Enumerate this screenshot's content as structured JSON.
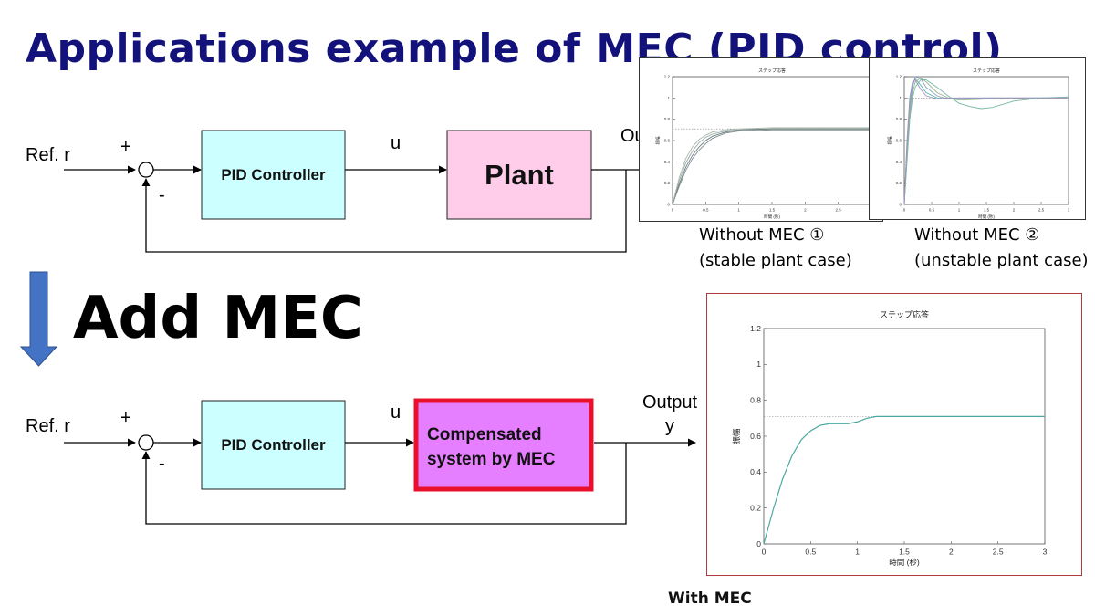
{
  "slide": {
    "title": "Applications example of MEC (PID control)",
    "add_mec": "Add MEC"
  },
  "colors": {
    "title": "#12127a",
    "pid_block": "#ccffff",
    "plant_block": "#ffccea",
    "compensated_block": "#e67fff",
    "compensated_border": "#e8102a",
    "arrow": "#4472c4",
    "with_mec_frame": "#b03a3a"
  },
  "top_diagram": {
    "ref_label": "Ref. r",
    "plus": "+",
    "minus": "-",
    "u_label": "u",
    "pid_label": "PID Controller",
    "plant_label": "Plant",
    "output_label_partial": "Ou"
  },
  "bottom_diagram": {
    "ref_label": "Ref. r",
    "plus": "+",
    "minus": "-",
    "u_label": "u",
    "pid_label": "PID Controller",
    "comp_line1": "Compensated",
    "comp_line2": "system by MEC",
    "output_line1": "Output",
    "output_line2": "y"
  },
  "captions": {
    "without1_line1": "Without MEC ①",
    "without1_line2": "(stable plant case)",
    "without2_line1": "Without MEC ②",
    "without2_line2": "(unstable plant case)",
    "with_mec": "With MEC"
  },
  "chart_data": [
    {
      "type": "line",
      "title": "ステップ応答",
      "xlabel": "時間 (秒)",
      "ylabel": "振幅",
      "xlim": [
        0,
        3
      ],
      "ylim": [
        0,
        1.2
      ],
      "xticks": [
        "0",
        "0.5",
        "1",
        "1.5",
        "2",
        "2.5",
        "3"
      ],
      "yticks": [
        "0",
        "0.2",
        "0.4",
        "0.6",
        "0.8",
        "1",
        "1.2"
      ],
      "reference_line": 0.71,
      "series": [
        {
          "values_x": [
            0,
            0.1,
            0.2,
            0.3,
            0.4,
            0.5,
            0.6,
            0.8,
            1.0,
            1.5,
            2.0,
            2.5,
            3.0
          ],
          "values": [
            0,
            0.22,
            0.39,
            0.5,
            0.58,
            0.63,
            0.66,
            0.69,
            0.7,
            0.71,
            0.71,
            0.71,
            0.71
          ]
        },
        {
          "values_x": [
            0,
            0.1,
            0.2,
            0.3,
            0.4,
            0.5,
            0.6,
            0.8,
            1.0,
            1.5,
            2.0,
            2.5,
            3.0
          ],
          "values": [
            0,
            0.19,
            0.35,
            0.46,
            0.54,
            0.6,
            0.64,
            0.68,
            0.7,
            0.71,
            0.71,
            0.71,
            0.71
          ]
        },
        {
          "values_x": [
            0,
            0.1,
            0.2,
            0.3,
            0.4,
            0.5,
            0.6,
            0.8,
            1.0,
            1.5,
            2.0,
            2.5,
            3.0
          ],
          "values": [
            0,
            0.25,
            0.43,
            0.54,
            0.61,
            0.65,
            0.68,
            0.7,
            0.71,
            0.72,
            0.72,
            0.72,
            0.72
          ]
        },
        {
          "values_x": [
            0,
            0.1,
            0.2,
            0.3,
            0.4,
            0.5,
            0.6,
            0.8,
            1.0,
            1.5,
            2.0,
            2.5,
            3.0
          ],
          "values": [
            0,
            0.17,
            0.32,
            0.43,
            0.51,
            0.57,
            0.62,
            0.67,
            0.69,
            0.7,
            0.7,
            0.7,
            0.7
          ]
        }
      ]
    },
    {
      "type": "line",
      "title": "ステップ応答",
      "xlabel": "時間 (秒)",
      "ylabel": "振幅",
      "xlim": [
        0,
        3
      ],
      "ylim": [
        0,
        1.2
      ],
      "xticks": [
        "0",
        "0.5",
        "1",
        "1.5",
        "2",
        "2.5",
        "3"
      ],
      "yticks": [
        "0",
        "0.2",
        "0.4",
        "0.6",
        "0.8",
        "1",
        "1.2"
      ],
      "reference_line": 1.0,
      "series": [
        {
          "values_x": [
            0,
            0.05,
            0.1,
            0.15,
            0.2,
            0.3,
            0.4,
            0.6,
            0.8,
            1.0,
            1.5,
            2.0,
            2.5,
            3.0
          ],
          "values": [
            0,
            0.55,
            0.95,
            1.12,
            1.18,
            1.12,
            1.05,
            1.0,
            0.99,
            1.0,
            1.0,
            1.0,
            1.0,
            1.0
          ]
        },
        {
          "values_x": [
            0,
            0.05,
            0.1,
            0.15,
            0.2,
            0.3,
            0.4,
            0.6,
            0.8,
            1.0,
            1.5,
            2.0,
            2.5,
            3.0
          ],
          "values": [
            0,
            0.5,
            0.9,
            1.1,
            1.2,
            1.18,
            1.1,
            1.02,
            0.99,
            0.99,
            1.0,
            1.0,
            1.0,
            1.0
          ]
        },
        {
          "values_x": [
            0,
            0.05,
            0.1,
            0.15,
            0.2,
            0.3,
            0.4,
            0.6,
            0.8,
            1.0,
            1.5,
            2.0,
            2.5,
            3.0
          ],
          "values": [
            0,
            0.45,
            0.85,
            1.05,
            1.15,
            1.19,
            1.15,
            1.05,
            1.0,
            0.98,
            0.99,
            1.0,
            1.0,
            1.0
          ]
        },
        {
          "values_x": [
            0,
            0.05,
            0.1,
            0.15,
            0.2,
            0.3,
            0.4,
            0.6,
            0.8,
            1.0,
            1.2,
            1.4,
            1.6,
            1.8,
            2.0,
            2.5,
            3.0
          ],
          "values": [
            0,
            0.4,
            0.8,
            1.0,
            1.1,
            1.17,
            1.17,
            1.1,
            1.02,
            0.95,
            0.92,
            0.9,
            0.91,
            0.94,
            0.97,
            1.0,
            1.01
          ]
        },
        {
          "values_x": [
            0,
            0.05,
            0.1,
            0.15,
            0.2,
            0.3,
            0.4,
            0.6,
            0.8,
            1.0,
            1.5,
            2.0,
            2.5,
            3.0
          ],
          "values": [
            0,
            0.6,
            1.0,
            1.15,
            1.17,
            1.08,
            1.02,
            0.99,
            1.0,
            1.0,
            1.0,
            1.0,
            1.0,
            1.0
          ]
        }
      ]
    },
    {
      "type": "line",
      "title": "ステップ応答",
      "xlabel": "時間 (秒)",
      "ylabel": "振幅",
      "xlim": [
        0,
        3
      ],
      "ylim": [
        0,
        1.2
      ],
      "xticks": [
        "0",
        "0.5",
        "1",
        "1.5",
        "2",
        "2.5",
        "3"
      ],
      "yticks": [
        "0",
        "0.2",
        "0.4",
        "0.6",
        "0.8",
        "1",
        "1.2"
      ],
      "reference_line": 0.71,
      "series": [
        {
          "values_x": [
            0,
            0.1,
            0.2,
            0.3,
            0.4,
            0.5,
            0.6,
            0.7,
            0.8,
            0.9,
            1.0,
            1.1,
            1.2,
            1.3,
            1.5,
            1.8,
            2.0,
            2.5,
            3.0
          ],
          "values": [
            0,
            0.19,
            0.36,
            0.49,
            0.58,
            0.63,
            0.66,
            0.67,
            0.67,
            0.67,
            0.68,
            0.7,
            0.71,
            0.71,
            0.71,
            0.71,
            0.71,
            0.71,
            0.71
          ]
        }
      ]
    }
  ]
}
